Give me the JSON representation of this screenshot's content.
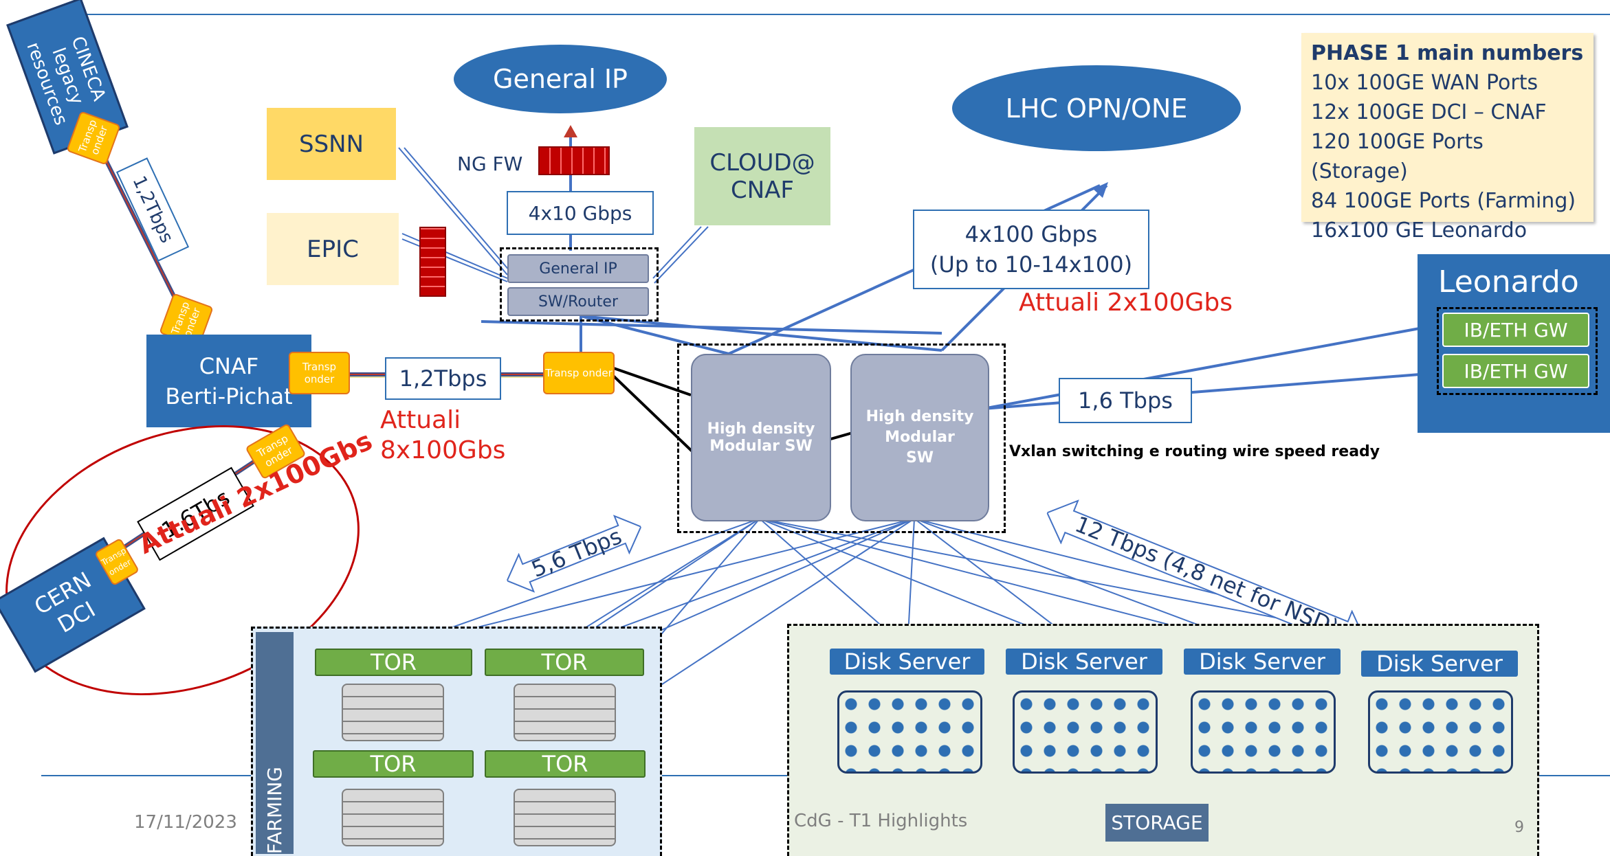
{
  "cineca": "CINECA legacy resources",
  "cnaf": {
    "line1": "CNAF",
    "line2": "Berti-Pichat"
  },
  "cern": {
    "line1": "CERN",
    "line2": "DCI"
  },
  "transponder": "Transp onder",
  "links": {
    "cineca_cnaf": "1,2Tbps",
    "cnaf_core": "1,2Tbps",
    "cern_cnaf": "1.6Tbs",
    "general_ip": "4x10 Gbps",
    "lhc_line1": "4x100 Gbps",
    "lhc_line2": "(Up to 10-14x100)",
    "leonardo": "1,6 Tbps",
    "farming": "5,6 Tbps",
    "storage": "12 Tbps (4,8 net for NSD)"
  },
  "attuali": {
    "lhc": "Attuali 2x100Gbs",
    "cnaf_line1": "Attuali",
    "cnaf_line2": "8x100Gbs",
    "cern": "Attuali 2x100Gbs"
  },
  "clouds": {
    "general_ip": "General IP",
    "lhc": "LHC OPN/ONE"
  },
  "ssnn": "SSNN",
  "epic": "EPIC",
  "cloud_cnaf": {
    "line1": "CLOUD@",
    "line2": "CNAF"
  },
  "ngfw": "NG FW",
  "router": {
    "general_ip": "General IP",
    "sw_router": "SW/Router"
  },
  "core": {
    "left": [
      "High density",
      "Modular SW"
    ],
    "right": [
      "High density",
      "Modular",
      "SW"
    ],
    "vxlan": "Vxlan switching e routing wire speed ready"
  },
  "leonardo": {
    "title": "Leonardo",
    "gw1": "IB/ETH GW",
    "gw2": "IB/ETH GW"
  },
  "phase": {
    "title": "PHASE 1 main numbers",
    "items": [
      "10x 100GE WAN Ports",
      "12x 100GE DCI – CNAF",
      "120 100GE Ports (Storage)",
      "84 100GE  Ports  (Farming)",
      "16x100 GE Leonardo"
    ]
  },
  "farming": {
    "label": "FARMING",
    "tor": "TOR"
  },
  "storage": {
    "label": "STORAGE",
    "disk": "Disk Server"
  },
  "footer": {
    "date": "17/11/2023",
    "title": "CdG - T1 Highlights",
    "page": "9"
  },
  "colors": {
    "blue": "#2e6fb3",
    "red": "#e0241b",
    "green": "#70ad47",
    "yellow": "#ffc000",
    "cloud_green": "#c5e0b4",
    "ssnn": "#ffd966",
    "epic": "#fff2cc"
  }
}
